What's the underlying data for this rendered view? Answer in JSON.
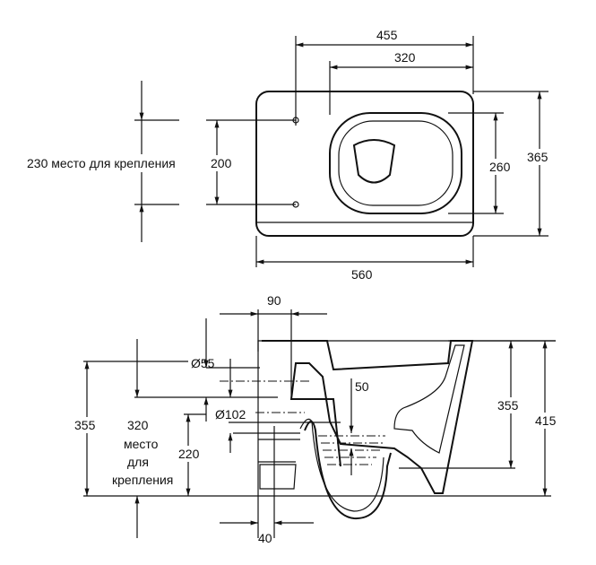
{
  "top_view": {
    "dim_455": "455",
    "dim_320": "320",
    "dim_365": "365",
    "dim_260": "260",
    "dim_200": "200",
    "dim_560": "560",
    "mount_label": "230 место для крепления"
  },
  "side_view": {
    "dim_90": "90",
    "dim_d55": "Ø55",
    "dim_50": "50",
    "dim_d102": "Ø102",
    "dim_355_right": "355",
    "dim_415": "415",
    "dim_355_left": "355",
    "dim_320": "320",
    "mount_label_1": "место",
    "mount_label_2": "для",
    "mount_label_3": "крепления",
    "dim_220": "220",
    "dim_40": "40"
  }
}
